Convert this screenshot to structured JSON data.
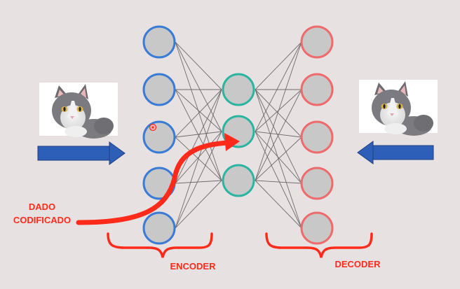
{
  "labels": {
    "encoded_data_line1": "DADO",
    "encoded_data_line2": "CODIFICADO",
    "encoder": "ENCODER",
    "decoder": "DECODER"
  },
  "layers": {
    "encoder_input": {
      "node_count": 5,
      "stroke_color": "#3a7bd5"
    },
    "bottleneck": {
      "node_count": 3,
      "stroke_color": "#2bb5a0"
    },
    "decoder_output": {
      "node_count": 5,
      "stroke_color": "#ef6b6b"
    }
  },
  "colors": {
    "background": "#e8e1e2",
    "node_fill": "#c8c8c8",
    "accent_red": "#ff2a1a",
    "arrow_blue": "#2e5fb8",
    "connection": "#444444"
  },
  "icons": {
    "input_image": "cat-photo-icon",
    "output_image": "cat-photo-icon",
    "cursor_marker": "cursor-dot-icon"
  }
}
